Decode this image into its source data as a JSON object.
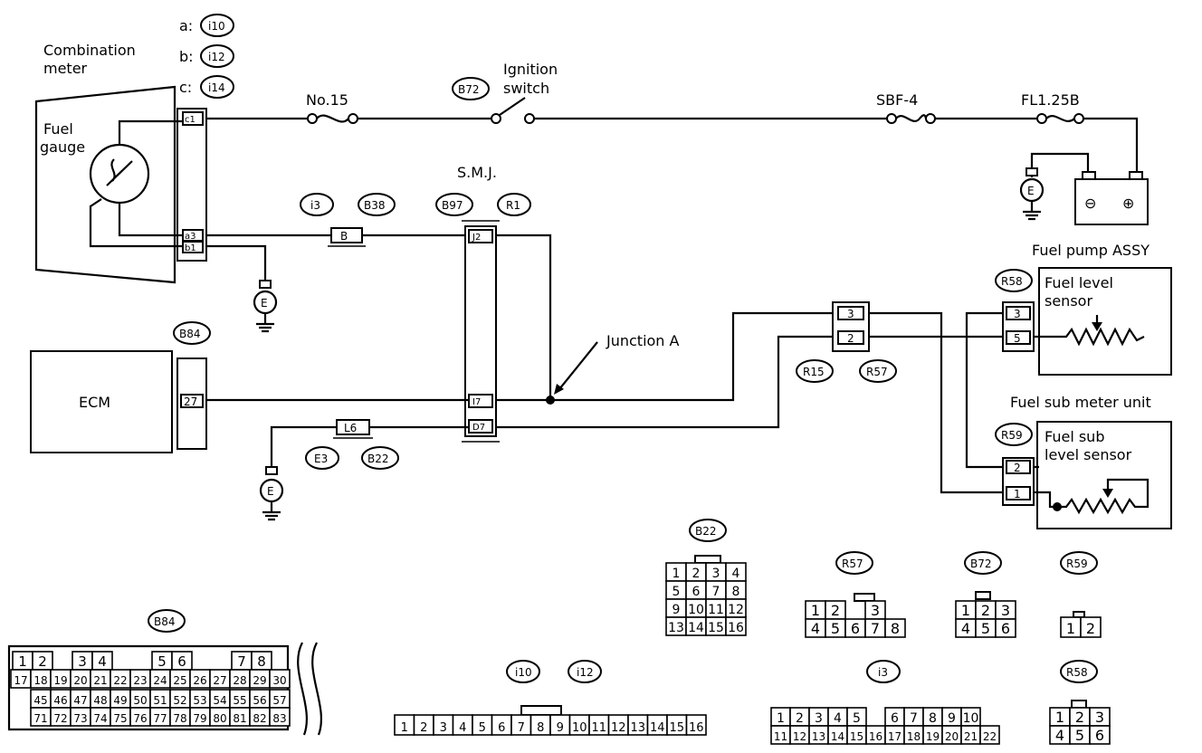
{
  "labels": {
    "combination_meter_1": "Combination",
    "combination_meter_2": "meter",
    "fuel_gauge_1": "Fuel",
    "fuel_gauge_2": "gauge",
    "conn_a": "a:",
    "conn_b": "b:",
    "conn_c": "c:",
    "fuse_no15": "No.15",
    "ignition_1": "Ignition",
    "ignition_2": "switch",
    "sbf4": "SBF-4",
    "fl125b": "FL1.25B",
    "smj": "S.M.J.",
    "junction_a": "Junction A",
    "ecm": "ECM",
    "fuel_pump_assy": "Fuel pump ASSY",
    "fuel_level_1": "Fuel level",
    "fuel_level_2": "sensor",
    "fuel_sub_meter": "Fuel sub meter unit",
    "fuel_sub_1": "Fuel sub",
    "fuel_sub_2": "level sensor",
    "ground": "E",
    "minus": "⊖",
    "plus": "⊕"
  },
  "badges": {
    "i10": "i10",
    "i12": "i12",
    "i14": "i14",
    "B72": "B72",
    "i3": "i3",
    "B38": "B38",
    "B97": "B97",
    "R1": "R1",
    "R58": "R58",
    "B84": "B84",
    "R15": "R15",
    "R57": "R57",
    "R59": "R59",
    "E3": "E3",
    "B22": "B22"
  },
  "pins": {
    "c1": "c1",
    "a3": "a3",
    "b1": "b1",
    "B": "B",
    "J2": "J2",
    "I7": "I7",
    "D7": "D7",
    "ecm27": "27",
    "L6": "L6",
    "r15_3": "3",
    "r15_2": "2",
    "r58_3": "3",
    "r58_5": "5",
    "r59_2": "2",
    "r59_1": "1"
  },
  "connectors": {
    "b22": {
      "badge": "B22",
      "rows": [
        [
          "1",
          "2",
          "3",
          "4"
        ],
        [
          "5",
          "6",
          "7",
          "8"
        ],
        [
          "9",
          "10",
          "11",
          "12"
        ],
        [
          "13",
          "14",
          "15",
          "16"
        ]
      ]
    },
    "r57": {
      "badge": "R57",
      "rows": [
        [
          "1",
          "2",
          "",
          "3"
        ],
        [
          "4",
          "5",
          "6",
          "7",
          "8"
        ]
      ]
    },
    "b72": {
      "badge": "B72",
      "rows": [
        [
          "1",
          "2",
          "3"
        ],
        [
          "4",
          "5",
          "6"
        ]
      ]
    },
    "r59": {
      "badge": "R59",
      "rows": [
        [
          "1",
          "2"
        ]
      ]
    },
    "r58": {
      "badge": "R58",
      "rows": [
        [
          "1",
          "2",
          "3"
        ],
        [
          "4",
          "5",
          "6"
        ]
      ]
    },
    "b84": {
      "badge": "B84",
      "row1": [
        "1",
        "2",
        "",
        "3",
        "4",
        "",
        "",
        "5",
        "6",
        "",
        "",
        "7",
        "8"
      ],
      "row2": [
        "17",
        "18",
        "19",
        "20",
        "21",
        "22",
        "23",
        "24",
        "25",
        "26",
        "27",
        "28",
        "29",
        "30"
      ],
      "row3": [
        "45",
        "46",
        "47",
        "48",
        "49",
        "50",
        "51",
        "52",
        "53",
        "54",
        "55",
        "56",
        "57"
      ],
      "row4": [
        "71",
        "72",
        "73",
        "74",
        "75",
        "76",
        "77",
        "78",
        "79",
        "80",
        "81",
        "82",
        "83"
      ]
    },
    "i10i12": {
      "badge1": "i10",
      "badge2": "i12",
      "row": [
        "1",
        "2",
        "3",
        "4",
        "5",
        "6",
        "7",
        "8",
        "9",
        "10",
        "11",
        "12",
        "13",
        "14",
        "15",
        "16"
      ]
    },
    "i3": {
      "badge": "i3",
      "row1": [
        "1",
        "2",
        "3",
        "4",
        "5",
        "",
        "6",
        "7",
        "8",
        "9",
        "10"
      ],
      "row2": [
        "11",
        "12",
        "13",
        "14",
        "15",
        "16",
        "17",
        "18",
        "19",
        "20",
        "21",
        "22"
      ]
    }
  }
}
